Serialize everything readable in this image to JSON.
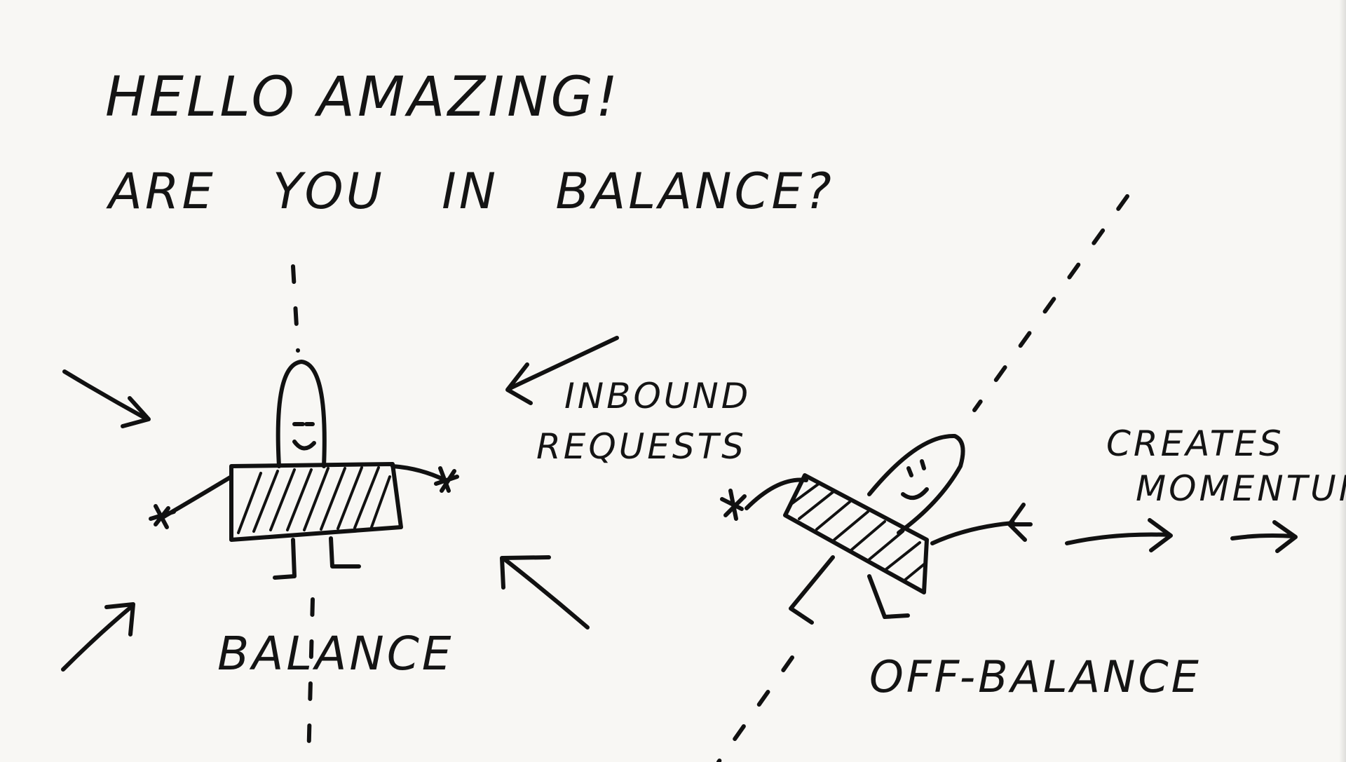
{
  "title": {
    "line1": "HELLO AMAZING!",
    "line2": "ARE YOU IN BALANCE?"
  },
  "labels": {
    "inbound_line1": "INBOUND",
    "inbound_line2": "REQUESTS",
    "balance": "BALANCE",
    "off_balance": "OFF-BALANCE",
    "creates_line1": "CREATES",
    "creates_line2": "MOMENTUM"
  },
  "colors": {
    "ink": "#111111",
    "paper": "#f8f7f4"
  }
}
